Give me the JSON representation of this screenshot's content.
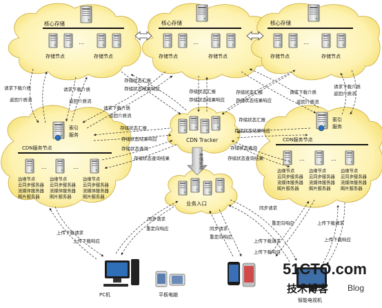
{
  "core_storage": {
    "title": "核心存储",
    "node_label": "存储节点",
    "ellipsis": "…"
  },
  "cdn": {
    "title": "CDN服务节点",
    "index_service": "索引\n服务",
    "ellipsis": "…",
    "edge_node_lines": [
      "边缘节点",
      "云同步服务器",
      "流媒体服务器",
      "图片服务器"
    ]
  },
  "tracker": {
    "label": "CDN Tracker"
  },
  "entry": {
    "label": "业务入口"
  },
  "arrow_labels": {
    "req_download": "请求下载介质",
    "return_media": "返回介质流",
    "status_report": "存储状态汇报",
    "status_response": "存储状态结果响应",
    "status_query": "存储状态查询",
    "query_result": "存储状态查询结果",
    "sync_request": "同步请求",
    "redirect_response": "重定向响应",
    "upload_download_request": "上传下载请求",
    "upload_download_response": "上传下载响应",
    "status_vertical": "存储状态"
  },
  "devices": {
    "pc": "PC机",
    "tablet": "平板电脑",
    "smart_tv": "智能电视机"
  },
  "watermark": {
    "logo": "51CTO.com",
    "tagline": "技术博客",
    "blog": "Blog"
  }
}
